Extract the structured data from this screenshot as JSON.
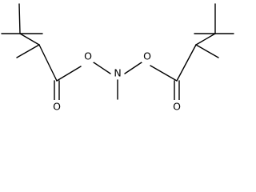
{
  "diagram": {
    "type": "chemical-structure",
    "atoms": {
      "n1": "N",
      "o1": "O",
      "o2": "O",
      "o3": "O",
      "o4": "O"
    },
    "colors": {
      "bond": "#000000",
      "label": "#000000",
      "background": "#ffffff"
    }
  }
}
